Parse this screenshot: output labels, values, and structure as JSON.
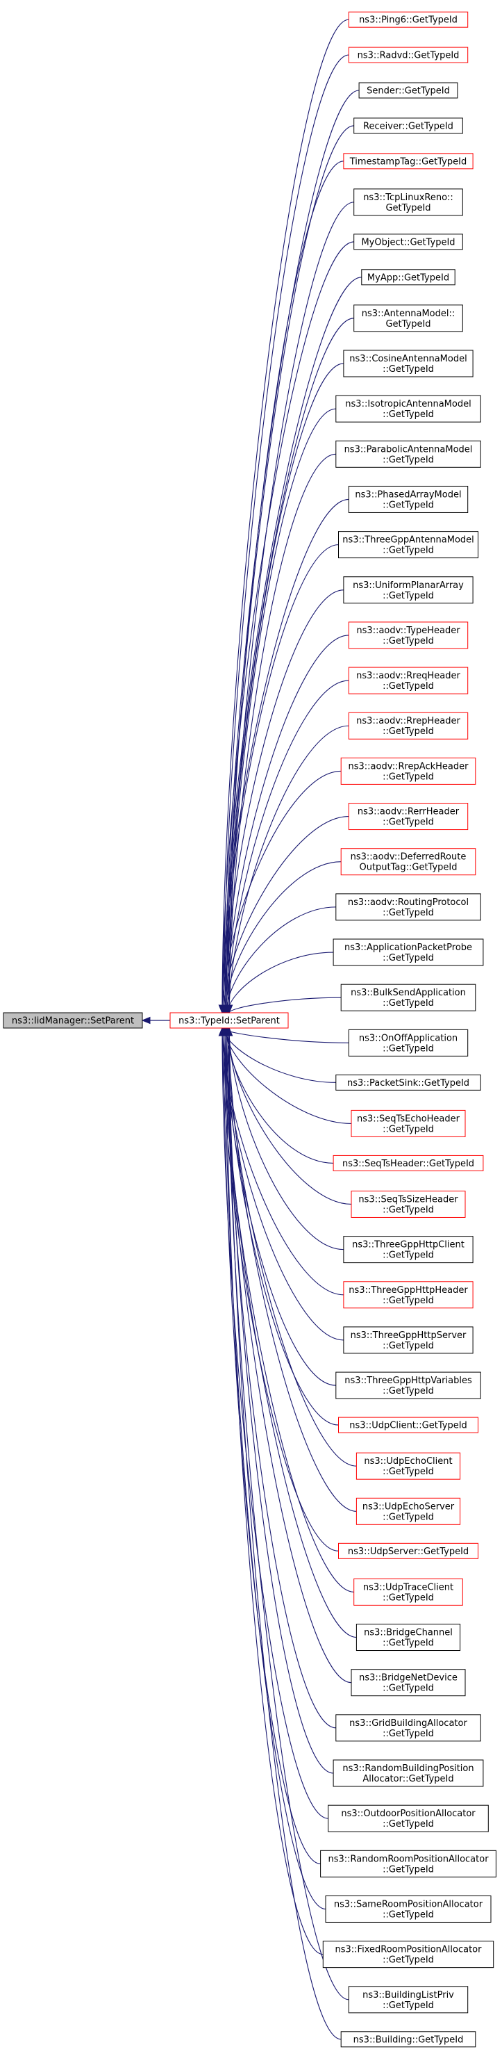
{
  "colors": {
    "edge": "#191970",
    "border_normal": "#000000",
    "border_red": "#ff0000",
    "root_fill": "#bfbfbf",
    "node_fill": "#ffffff"
  },
  "root": {
    "lines": [
      "ns3::IidManager::SetParent"
    ]
  },
  "middle": {
    "lines": [
      "ns3::TypeId::SetParent"
    ]
  },
  "callers": [
    {
      "lines": [
        "ns3::Ping6::GetTypeId"
      ],
      "red": true
    },
    {
      "lines": [
        "ns3::Radvd::GetTypeId"
      ],
      "red": true
    },
    {
      "lines": [
        "Sender::GetTypeId"
      ],
      "red": false
    },
    {
      "lines": [
        "Receiver::GetTypeId"
      ],
      "red": false
    },
    {
      "lines": [
        "TimestampTag::GetTypeId"
      ],
      "red": true
    },
    {
      "lines": [
        "ns3::TcpLinuxReno::",
        "GetTypeId"
      ],
      "red": false
    },
    {
      "lines": [
        "MyObject::GetTypeId"
      ],
      "red": false
    },
    {
      "lines": [
        "MyApp::GetTypeId"
      ],
      "red": false
    },
    {
      "lines": [
        "ns3::AntennaModel::",
        "GetTypeId"
      ],
      "red": false
    },
    {
      "lines": [
        "ns3::CosineAntennaModel",
        "::GetTypeId"
      ],
      "red": false
    },
    {
      "lines": [
        "ns3::IsotropicAntennaModel",
        "::GetTypeId"
      ],
      "red": false
    },
    {
      "lines": [
        "ns3::ParabolicAntennaModel",
        "::GetTypeId"
      ],
      "red": false
    },
    {
      "lines": [
        "ns3::PhasedArrayModel",
        "::GetTypeId"
      ],
      "red": false
    },
    {
      "lines": [
        "ns3::ThreeGppAntennaModel",
        "::GetTypeId"
      ],
      "red": false
    },
    {
      "lines": [
        "ns3::UniformPlanarArray",
        "::GetTypeId"
      ],
      "red": false
    },
    {
      "lines": [
        "ns3::aodv::TypeHeader",
        "::GetTypeId"
      ],
      "red": true
    },
    {
      "lines": [
        "ns3::aodv::RreqHeader",
        "::GetTypeId"
      ],
      "red": true
    },
    {
      "lines": [
        "ns3::aodv::RrepHeader",
        "::GetTypeId"
      ],
      "red": true
    },
    {
      "lines": [
        "ns3::aodv::RrepAckHeader",
        "::GetTypeId"
      ],
      "red": true
    },
    {
      "lines": [
        "ns3::aodv::RerrHeader",
        "::GetTypeId"
      ],
      "red": true
    },
    {
      "lines": [
        "ns3::aodv::DeferredRoute",
        "OutputTag::GetTypeId"
      ],
      "red": true
    },
    {
      "lines": [
        "ns3::aodv::RoutingProtocol",
        "::GetTypeId"
      ],
      "red": false
    },
    {
      "lines": [
        "ns3::ApplicationPacketProbe",
        "::GetTypeId"
      ],
      "red": false
    },
    {
      "lines": [
        "ns3::BulkSendApplication",
        "::GetTypeId"
      ],
      "red": false
    },
    {
      "lines": [
        "ns3::OnOffApplication",
        "::GetTypeId"
      ],
      "red": false
    },
    {
      "lines": [
        "ns3::PacketSink::GetTypeId"
      ],
      "red": false
    },
    {
      "lines": [
        "ns3::SeqTsEchoHeader",
        "::GetTypeId"
      ],
      "red": true
    },
    {
      "lines": [
        "ns3::SeqTsHeader::GetTypeId"
      ],
      "red": true
    },
    {
      "lines": [
        "ns3::SeqTsSizeHeader",
        "::GetTypeId"
      ],
      "red": true
    },
    {
      "lines": [
        "ns3::ThreeGppHttpClient",
        "::GetTypeId"
      ],
      "red": false
    },
    {
      "lines": [
        "ns3::ThreeGppHttpHeader",
        "::GetTypeId"
      ],
      "red": true
    },
    {
      "lines": [
        "ns3::ThreeGppHttpServer",
        "::GetTypeId"
      ],
      "red": false
    },
    {
      "lines": [
        "ns3::ThreeGppHttpVariables",
        "::GetTypeId"
      ],
      "red": false
    },
    {
      "lines": [
        "ns3::UdpClient::GetTypeId"
      ],
      "red": true
    },
    {
      "lines": [
        "ns3::UdpEchoClient",
        "::GetTypeId"
      ],
      "red": true
    },
    {
      "lines": [
        "ns3::UdpEchoServer",
        "::GetTypeId"
      ],
      "red": true
    },
    {
      "lines": [
        "ns3::UdpServer::GetTypeId"
      ],
      "red": true
    },
    {
      "lines": [
        "ns3::UdpTraceClient",
        "::GetTypeId"
      ],
      "red": true
    },
    {
      "lines": [
        "ns3::BridgeChannel",
        "::GetTypeId"
      ],
      "red": false
    },
    {
      "lines": [
        "ns3::BridgeNetDevice",
        "::GetTypeId"
      ],
      "red": false
    },
    {
      "lines": [
        "ns3::GridBuildingAllocator",
        "::GetTypeId"
      ],
      "red": false
    },
    {
      "lines": [
        "ns3::RandomBuildingPosition",
        "Allocator::GetTypeId"
      ],
      "red": false
    },
    {
      "lines": [
        "ns3::OutdoorPositionAllocator",
        "::GetTypeId"
      ],
      "red": false
    },
    {
      "lines": [
        "ns3::RandomRoomPositionAllocator",
        "::GetTypeId"
      ],
      "red": false
    },
    {
      "lines": [
        "ns3::SameRoomPositionAllocator",
        "::GetTypeId"
      ],
      "red": false
    },
    {
      "lines": [
        "ns3::FixedRoomPositionAllocator",
        "::GetTypeId"
      ],
      "red": false
    },
    {
      "lines": [
        "ns3::BuildingListPriv",
        "::GetTypeId"
      ],
      "red": false
    },
    {
      "lines": [
        "ns3::Building::GetTypeId"
      ],
      "red": false
    }
  ]
}
